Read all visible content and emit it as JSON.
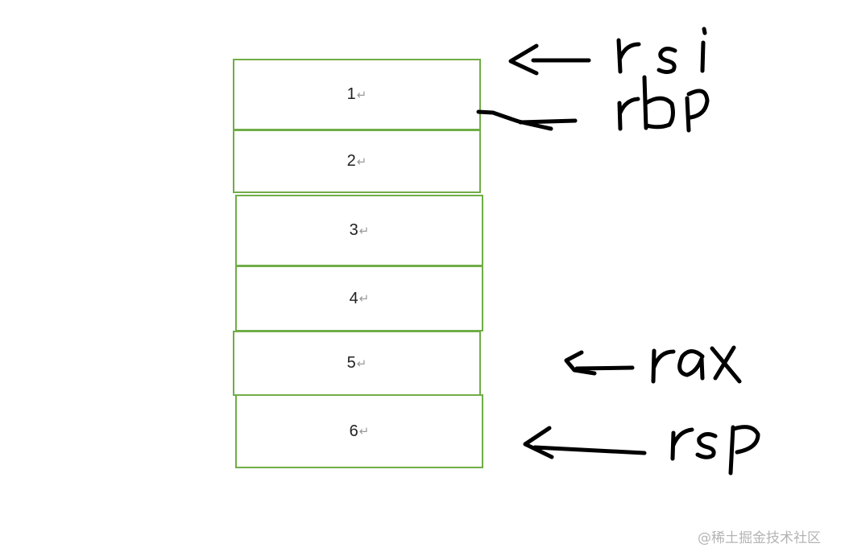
{
  "stack": {
    "cells": [
      {
        "label": "1",
        "mark": "↵"
      },
      {
        "label": "2",
        "mark": "↵"
      },
      {
        "label": "3",
        "mark": "↵"
      },
      {
        "label": "4",
        "mark": "↵"
      },
      {
        "label": "5",
        "mark": "↵"
      },
      {
        "label": "6",
        "mark": "↵"
      }
    ]
  },
  "pointers": [
    {
      "name": "rsi",
      "points_to": "1"
    },
    {
      "name": "rbp",
      "points_to": "1"
    },
    {
      "name": "rax",
      "points_to": "5"
    },
    {
      "name": "rsp",
      "points_to": "6"
    }
  ],
  "colors": {
    "cell_border": "#70ad47",
    "ink": "#000000",
    "watermark": "#b4b4b4"
  },
  "watermark": "@稀土掘金技术社区"
}
